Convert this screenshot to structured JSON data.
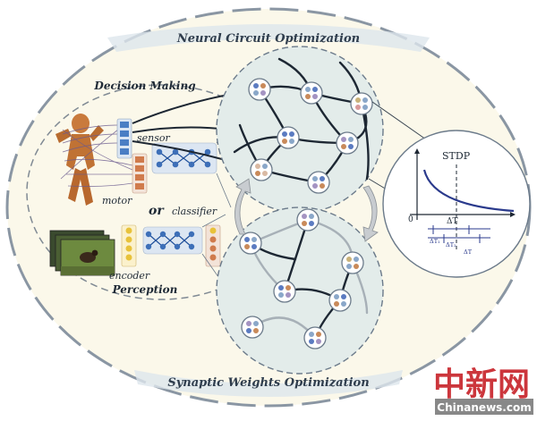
{
  "labels": {
    "top_title": "Neural Circuit Optimization",
    "bottom_title": "Synaptic Weights Optimization",
    "decision_making": "Decision Making",
    "perception": "Perception",
    "sensor": "sensor",
    "motor": "motor",
    "or": "or",
    "classifier": "classifier",
    "encoder": "encoder",
    "stdp": "STDP",
    "stdp_origin": "0",
    "stdp_dt": "ΔT",
    "stdp_dt2": "ΔT",
    "stdp_t1": "ΔT₁",
    "stdp_t2": "ΔT₂"
  },
  "watermark": {
    "chinese": "中新网",
    "domain": "Chinanews.com"
  },
  "colors": {
    "outer_fill": "#fbf8ea",
    "panel_fill": "#e3ecea",
    "panel_stroke": "#6b7a8a",
    "wire_dark": "#1d2733",
    "wire_light": "#a7b0b7",
    "stdp_curve": "#2a3a8c",
    "watermark_red": "#c8262c",
    "sensor_blue": "#4a7ec4",
    "motor_orange": "#d07b4c",
    "encoder_yellow": "#e8c23a"
  },
  "icons": {
    "figure": "human-figure-icon",
    "photo": "bird-photo-icon"
  }
}
